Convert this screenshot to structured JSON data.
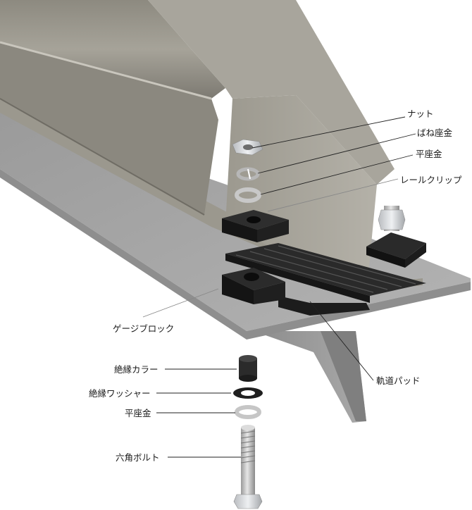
{
  "labels": {
    "nut": "ナット",
    "spring_washer": "ばね座金",
    "flat_washer_top": "平座金",
    "rail_clip": "レールクリップ",
    "gauge_block": "ゲージブロック",
    "insulating_collar": "絶縁カラー",
    "insulating_washer": "絶縁ワッシャー",
    "flat_washer_bottom": "平座金",
    "hex_bolt": "六角ボルト",
    "rail_pad": "軌道パッド"
  }
}
